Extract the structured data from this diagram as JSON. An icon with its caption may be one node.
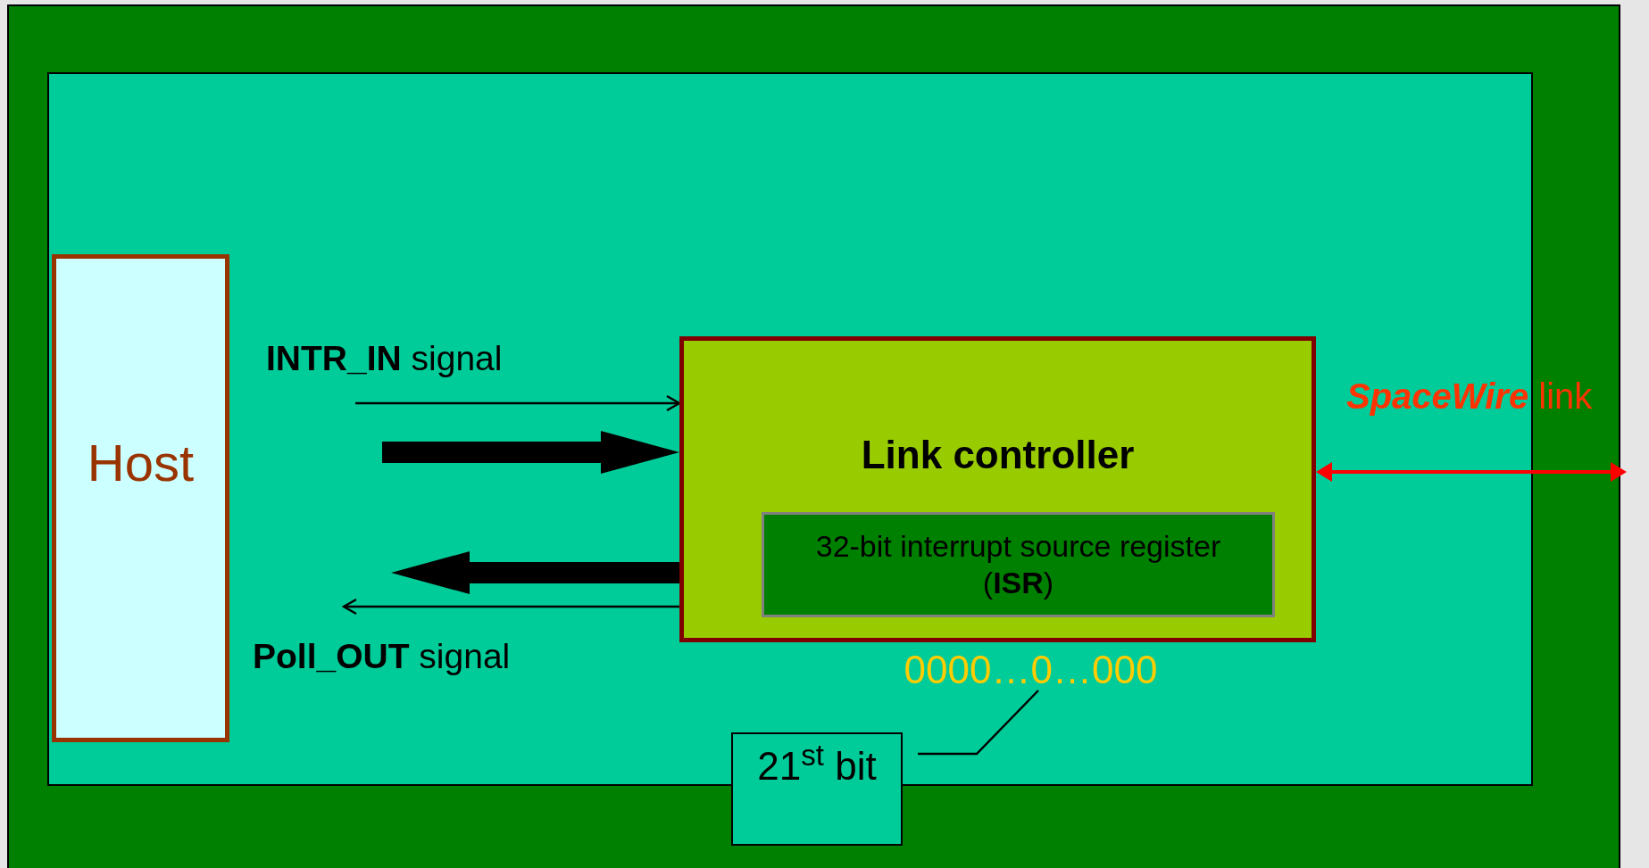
{
  "diagram": {
    "nodes": [
      {
        "text": [
          "Host"
        ]
      },
      {
        "text": [
          "Link controller"
        ]
      },
      {
        "text": [
          "32-bit interrupt source register (**ISR**)"
        ],
        "in": 1
      },
      {
        "text": [
          "0000…0…000"
        ]
      },
      {
        "text": [
          "21$^{st}$ bit"
        ]
      }
    ],
    "edges": [
      {
        "from": null,
        "to": 1,
        "arrow": "to",
        "label": "**INTR_IN** signal"
      },
      {
        "from": null,
        "to": 1,
        "arrow": "to",
        "style": "thick"
      },
      {
        "from": 1,
        "to": null,
        "arrow": "to",
        "style": "thick"
      },
      {
        "from": 1,
        "to": null,
        "arrow": "to",
        "label": "**Poll_OUT** signal"
      },
      {
        "from": 1,
        "to": null,
        "arrow": "both",
        "label": "**SpaceWire** link",
        "color": "#ff0000"
      },
      {
        "from": 4,
        "to": 3,
        "arrow": "none"
      }
    ]
  }
}
